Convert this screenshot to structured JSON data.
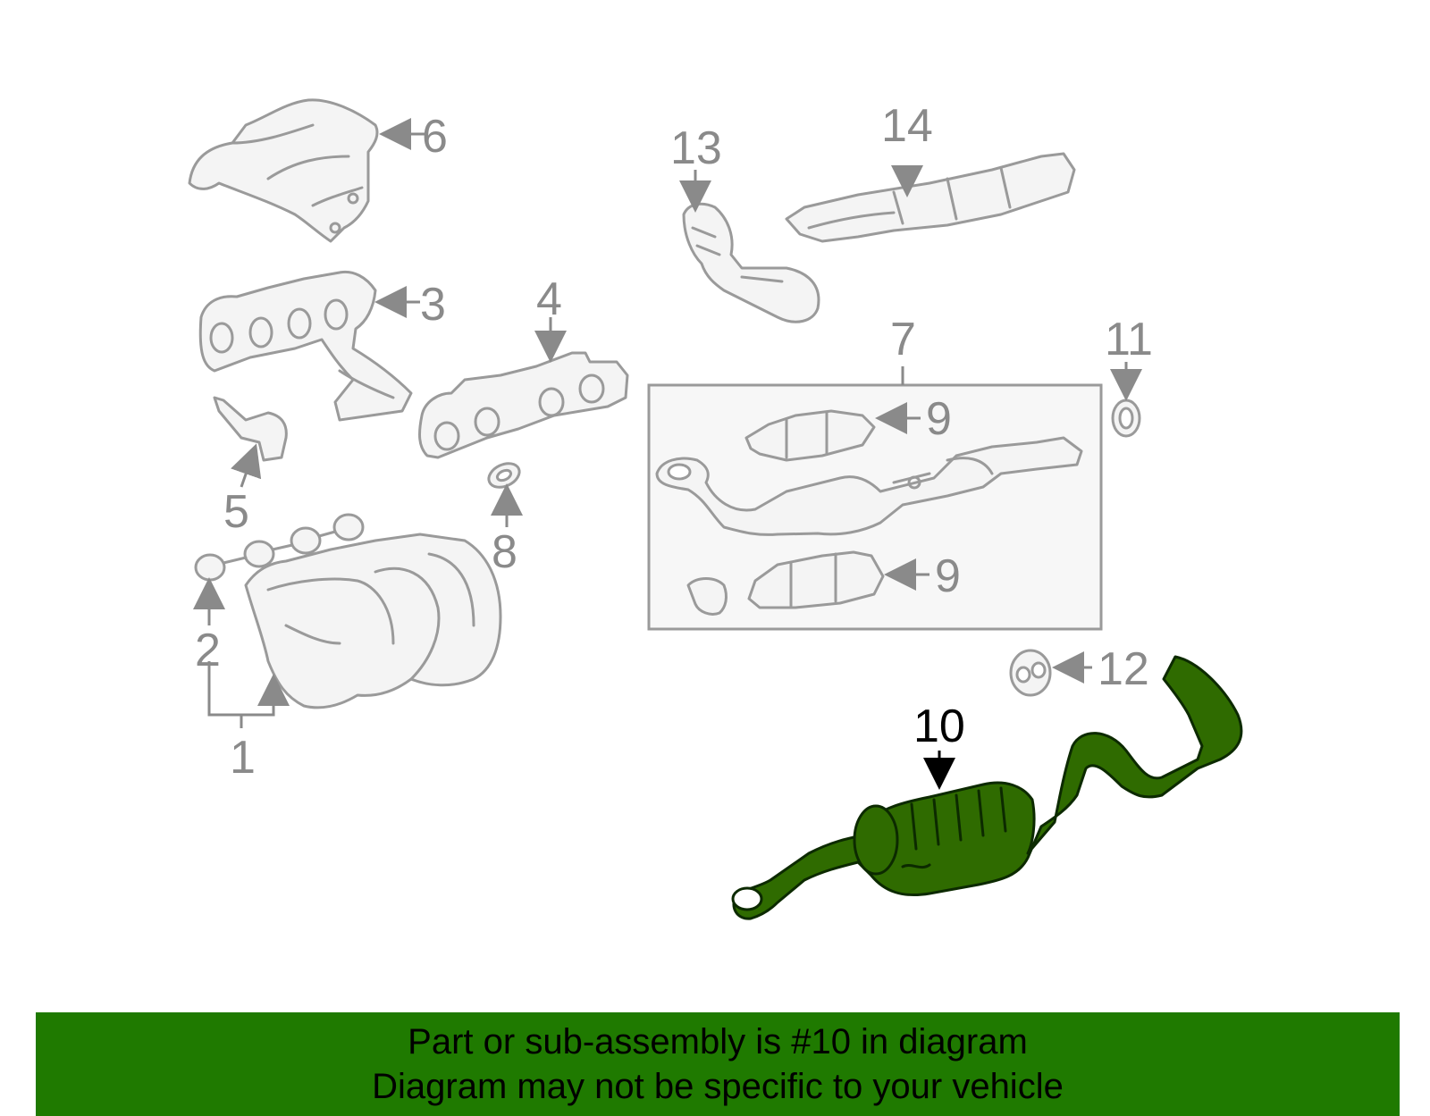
{
  "callouts": {
    "c1": "1",
    "c2": "2",
    "c3": "3",
    "c4": "4",
    "c5": "5",
    "c6": "6",
    "c7": "7",
    "c8": "8",
    "c9a": "9",
    "c9b": "9",
    "c10": "10",
    "c11": "11",
    "c12": "12",
    "c13": "13",
    "c14": "14"
  },
  "highlight_callout": "10",
  "colors": {
    "banner_bg": "#1f7a00",
    "highlight_part": "#2f6b00",
    "part_outline": "#9a9a9a",
    "label_gray": "#8a8a8a"
  },
  "banner": {
    "line1": "Part or sub-assembly is #10 in diagram",
    "line2": "Diagram may not be specific to your vehicle"
  }
}
